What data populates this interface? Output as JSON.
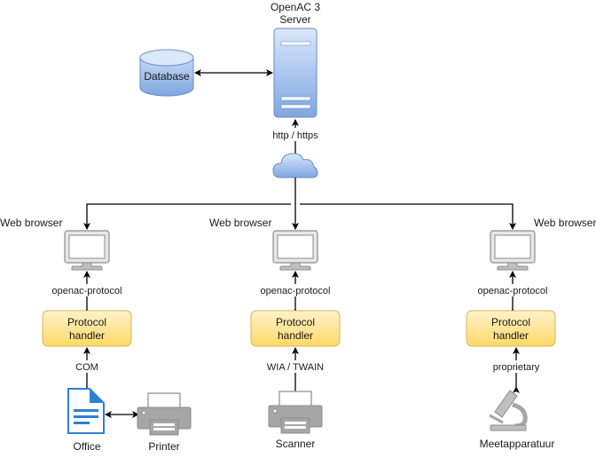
{
  "server": {
    "label_line1": "OpenAC 3",
    "label_line2": "Server"
  },
  "database": {
    "label": "Database"
  },
  "server_link": {
    "label": "http / https"
  },
  "cloud": {
    "icon": "cloud-icon"
  },
  "clients": [
    {
      "browser_label": "Web browser",
      "protocol_label": "openac-protocol",
      "handler_line1": "Protocol",
      "handler_line2": "handler",
      "device_link_label": "COM",
      "devices": [
        {
          "label": "Office",
          "icon": "document-icon"
        },
        {
          "label": "Printer",
          "icon": "printer-icon"
        }
      ]
    },
    {
      "browser_label": "Web browser",
      "protocol_label": "openac-protocol",
      "handler_line1": "Protocol",
      "handler_line2": "handler",
      "device_link_label": "WIA / TWAIN",
      "devices": [
        {
          "label": "Scanner",
          "icon": "scanner-icon"
        }
      ]
    },
    {
      "browser_label": "Web browser",
      "protocol_label": "openac-protocol",
      "handler_line1": "Protocol",
      "handler_line2": "handler",
      "device_link_label": "proprietary",
      "devices": [
        {
          "label": "Meetapparatuur",
          "icon": "microscope-icon"
        }
      ]
    }
  ],
  "colors": {
    "server_fill": "#a9c4eb",
    "handler_fill": "#ffe599",
    "handler_stroke": "#d6b656",
    "icon_gray": "#a6a6a6",
    "doc_blue": "#2f7fd8"
  }
}
